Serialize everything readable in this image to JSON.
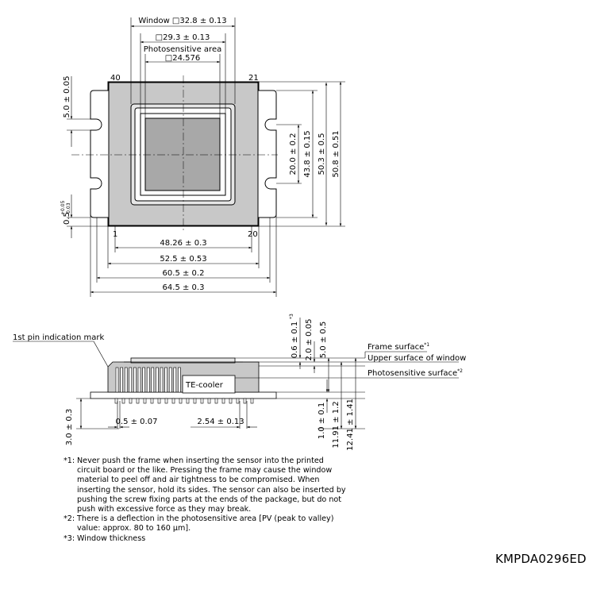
{
  "top_view": {
    "window": "Window □32.8 ± 0.13",
    "inner_window": "□29.3 ± 0.13",
    "photosensitive_area_label": "Photosensitive area",
    "photosensitive_area_value": "□24.576",
    "pin_40": "40",
    "pin_21": "21",
    "pin_1": "1",
    "pin_20": "20",
    "left_dim_top": "5.0 ± 0.05",
    "left_dim_bottom": "0.5",
    "left_dim_bottom_tol_plus": "+0.05",
    "left_dim_bottom_tol_minus": "-0.03",
    "right_dim_1": "20.0 ± 0.2",
    "right_dim_2": "43.8 ± 0.15",
    "right_dim_3": "50.3 ± 0.5",
    "right_dim_4": "50.8 ± 0.51",
    "bottom_dim_1": "48.26 ± 0.3",
    "bottom_dim_2": "52.5 ± 0.53",
    "bottom_dim_3": "60.5 ± 0.2",
    "bottom_dim_4": "64.5 ± 0.3"
  },
  "side_view": {
    "first_pin_mark": "1st pin indication mark",
    "te_cooler": "TE-cooler",
    "dim_window_thickness": "0.6 ± 0.1",
    "dim_window_thickness_note": "*3",
    "dim_2": "2.0 ± 0.05",
    "dim_3": "5.0 ± 0.5",
    "frame_surface": "Frame surface",
    "frame_surface_note": "*1",
    "upper_surface": "Upper surface of window",
    "photosensitive_surface": "Photosensitive surface",
    "photosensitive_surface_note": "*2",
    "pin_width": "0.5 ± 0.07",
    "pin_pitch": "2.54 ± 0.13",
    "pin_length": "3.0 ± 0.3",
    "dim_b1": "1.0 ± 0.1",
    "dim_b2": "11.91 ± 1.2",
    "dim_b3": "12.41 ± 1.41"
  },
  "notes": [
    {
      "mark": "*1:",
      "text": "Never push the frame when inserting the sensor into the printed circuit board or the like. Pressing the frame may cause the window material to peel off and air tightness to be compromised. When inserting the sensor, hold its sides. The sensor can also be inserted by pushing the screw fixing parts at the ends of the package, but do not push with excessive force as they may break."
    },
    {
      "mark": "*2:",
      "text": "There is a deflection in the photosensitive area [PV (peak to valley) value: approx. 80 to 160 μm]."
    },
    {
      "mark": "*3:",
      "text": "Window thickness"
    }
  ],
  "drawing_code": "KMPDA0296ED"
}
